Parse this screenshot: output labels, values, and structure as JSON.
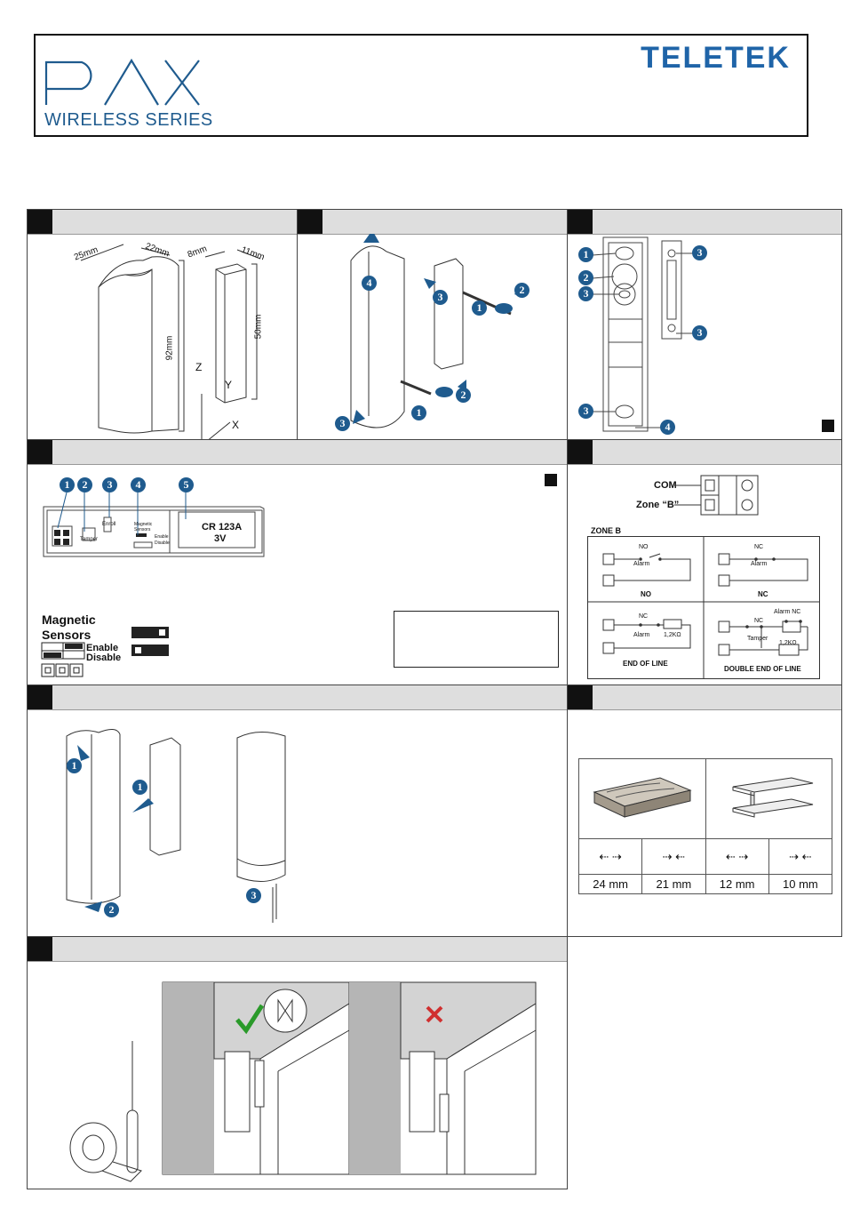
{
  "header": {
    "logo_text": "PAX",
    "series_text": "WIRELESS SERIES",
    "brand": "TELETEK",
    "brand_color": "#1f64a8",
    "accent_color": "#1f5b8e"
  },
  "panel1": {
    "dims": {
      "d25": "25mm",
      "d22": "22mm",
      "d92": "92mm",
      "d8": "8mm",
      "d11": "11mm",
      "d50": "50mm"
    },
    "axes": {
      "z": "Z",
      "y": "Y",
      "x": "X"
    }
  },
  "panel2": {
    "callouts": [
      "1",
      "2",
      "3",
      "4"
    ]
  },
  "panel3": {
    "callouts": [
      "1",
      "2",
      "3",
      "4"
    ]
  },
  "panel4": {
    "callouts": [
      "1",
      "2",
      "3",
      "4",
      "5"
    ],
    "tamper": "Tamper",
    "enroll": "Enroll",
    "mag_small": "Magnetic Sensors",
    "enable_small": "Enable",
    "disable_small": "Disable",
    "battery_line1": "CR 123A",
    "battery_line2": "3V",
    "legend_title_1": "Magnetic",
    "legend_title_2": "Sensors",
    "legend_enable": "Enable",
    "legend_disable": "Disable"
  },
  "panel5": {
    "com": "COM",
    "zone_b_terminal": "Zone “B”",
    "zone_b": "ZONE B",
    "cells": [
      {
        "contact": "NO",
        "alarm": "Alarm",
        "caption": "NO"
      },
      {
        "contact": "NC",
        "alarm": "Alarm",
        "caption": "NC"
      },
      {
        "contact": "NC",
        "alarm": "Alarm",
        "resistor": "1,2KΩ",
        "caption": "END OF LINE"
      },
      {
        "contact": "NC",
        "alarm_nc": "Alarm NC",
        "tamper": "Tamper",
        "resistor": "1,2KΩ",
        "caption": "DOUBLE END OF LINE"
      }
    ]
  },
  "panel6": {
    "callouts": [
      "1",
      "1",
      "2",
      "3"
    ]
  },
  "panel7": {
    "distances": [
      "24 mm",
      "21 mm",
      "12 mm",
      "10 mm"
    ]
  },
  "panel8": {}
}
